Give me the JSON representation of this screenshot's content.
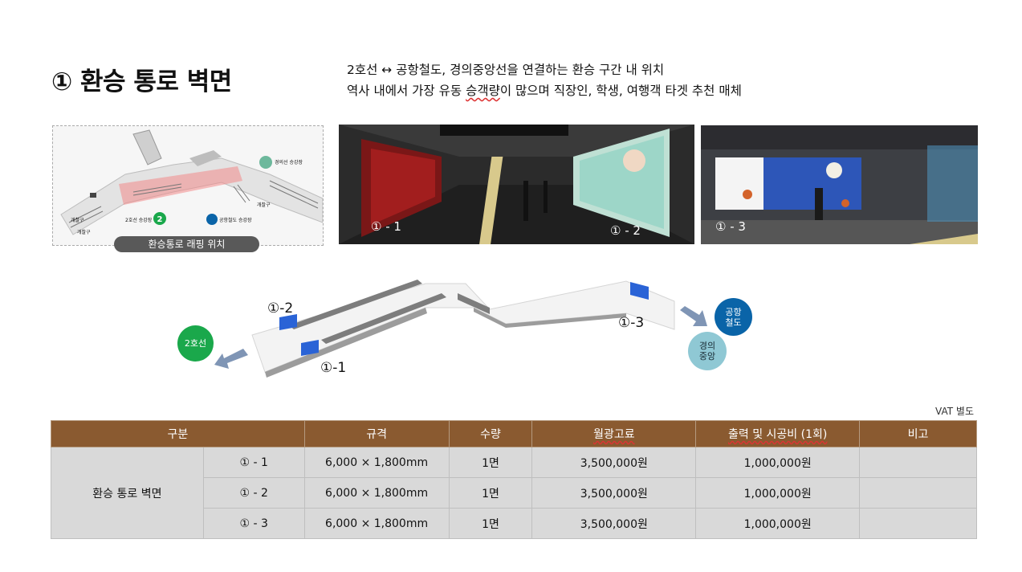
{
  "title": "① 환승 통로 벽면",
  "description": {
    "line1": "2호선 ↔ 공항철도, 경의중앙선을 연결하는 환승 구간 내 위치",
    "line2_before": "역사 내에서 가장 유동 ",
    "line2_underlined": "승객량",
    "line2_after": "이 많으며 직장인, 학생, 여행객 타겟 추천 매체"
  },
  "map": {
    "label": "환승통로 래핑 위치",
    "station_line2": "2호선 승강장",
    "station_airport": "공항철도 승강장",
    "station_gyeongui": "경의선 승강장",
    "exit_a": "개찰구",
    "exit_b": "개찰구",
    "exit_c": "개찰구"
  },
  "photos": [
    {
      "caption": "① - 1"
    },
    {
      "caption": "① - 2"
    },
    {
      "caption": "① - 3"
    }
  ],
  "diagram": {
    "point_2": "①-2",
    "point_1": "①-1",
    "point_3": "①-3",
    "line2_circle": "2호선",
    "airport_circle": "공항\n철도",
    "gyeongui_circle": "경의\n중앙"
  },
  "vat_note": "VAT 별도",
  "table": {
    "headers": [
      "구분",
      "규격",
      "수량",
      "월광고료",
      "출력 및 시공비 (1회)",
      "비고"
    ],
    "group_label": "환승 통로 벽면",
    "rows": [
      {
        "id": "① - 1",
        "spec": "6,000 × 1,800mm",
        "qty": "1면",
        "monthly": "3,500,000원",
        "production": "1,000,000원",
        "note": ""
      },
      {
        "id": "① - 2",
        "spec": "6,000 × 1,800mm",
        "qty": "1면",
        "monthly": "3,500,000원",
        "production": "1,000,000원",
        "note": ""
      },
      {
        "id": "① - 3",
        "spec": "6,000 × 1,800mm",
        "qty": "1면",
        "monthly": "3,500,000원",
        "production": "1,000,000원",
        "note": ""
      }
    ]
  },
  "colors": {
    "header_brown": "#8a5a30",
    "cell_gray": "#d9d9d9",
    "line2_green": "#1aa84b",
    "airport_blue": "#0a64a8",
    "gyeongui_teal": "#8fc8d4",
    "ad_blue": "#2a63d6"
  }
}
